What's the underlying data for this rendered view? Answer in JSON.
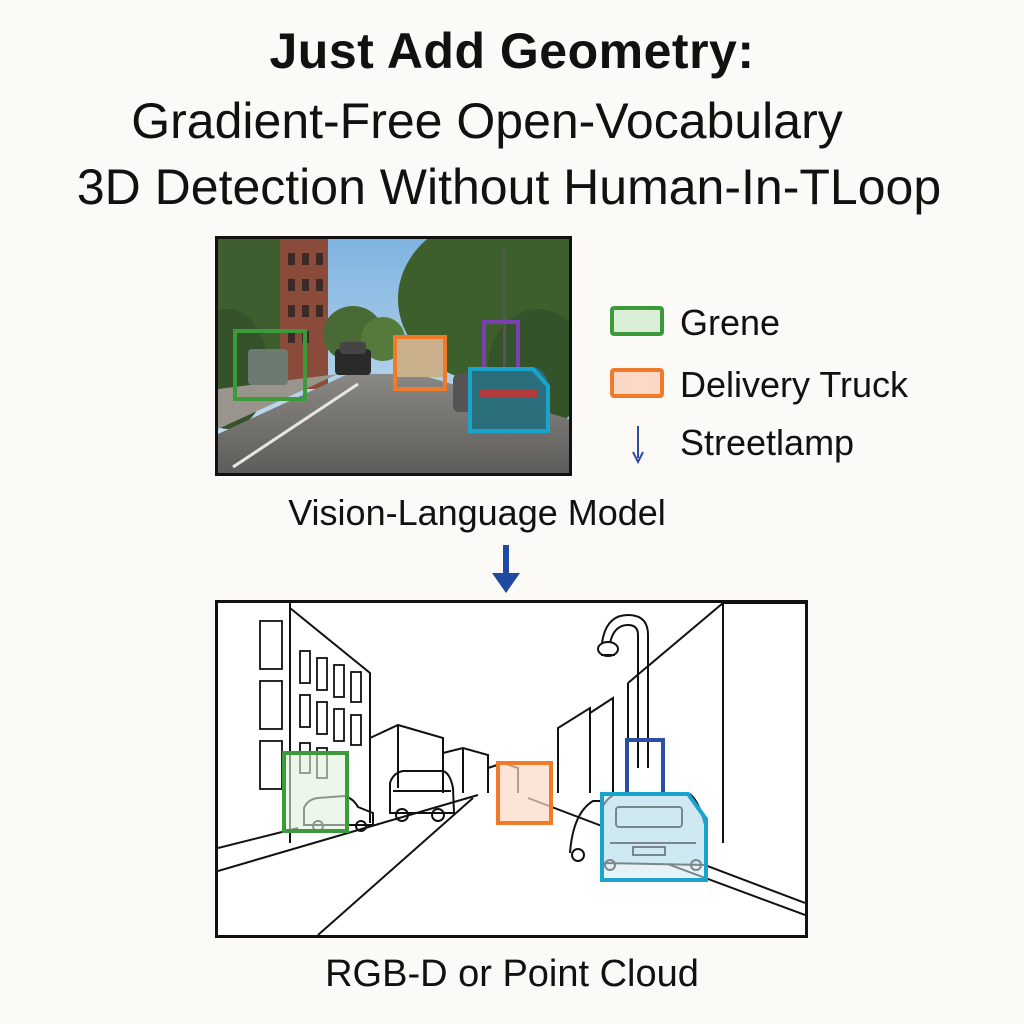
{
  "title": {
    "line1": "Just Add Geometry:",
    "line2": "Gradient-Free Open-Vocabulary",
    "line3": "3D Detection Without Human-In-TLoop"
  },
  "legend": {
    "items": [
      {
        "label": "Grene",
        "color": "#3d9a3a",
        "fill": "#d9efd6",
        "marker": "box"
      },
      {
        "label": "Delivery Truck",
        "color": "#ee7a2a",
        "fill": "#fbd9c6",
        "marker": "box"
      },
      {
        "label": "Streetlamp",
        "color": "#2b4fa6",
        "marker": "arrow-down-icon"
      }
    ]
  },
  "stages": {
    "vlm_label": "Vision-Language Model",
    "output_label": "RGB-D or Point Cloud"
  },
  "colors": {
    "green_box": "#3d9a3a",
    "orange_box": "#ee7a2a",
    "purple_box": "#7a3fb0",
    "cyan_box": "#1aa3cc",
    "blue_arrow": "#1f4aa0"
  }
}
